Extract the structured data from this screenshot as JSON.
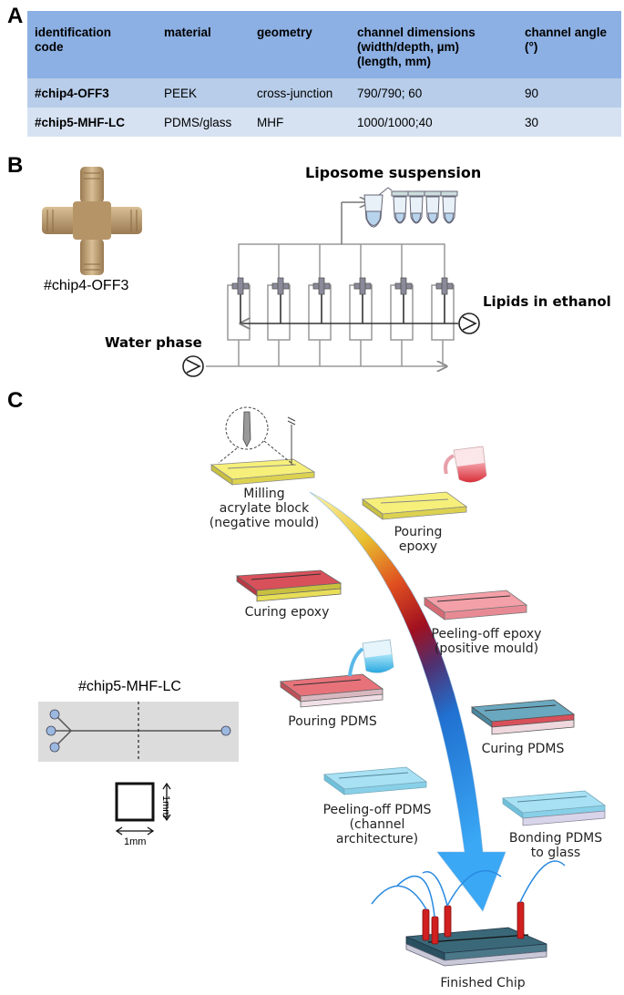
{
  "panels": {
    "a": "A",
    "b": "B",
    "c": "C"
  },
  "table": {
    "headers": [
      "identification code",
      "material",
      "geometry",
      "channel dimensions (width/depth, µm) (length, mm)",
      "channel angle (°)"
    ],
    "header_lines": [
      [
        "identification",
        "code"
      ],
      [
        "material"
      ],
      [
        "geometry"
      ],
      [
        "channel dimensions",
        "(width/depth, µm)",
        "(length, mm)"
      ],
      [
        "channel angle",
        "(°)"
      ]
    ],
    "rows": [
      [
        "#chip4-OFF3",
        "PEEK",
        "cross-junction",
        "790/790; 60",
        "90"
      ],
      [
        "#chip5-MHF-LC",
        "PDMS/glass",
        "MHF",
        "1000/1000;40",
        "30"
      ]
    ]
  },
  "panel_b": {
    "chip_label": "#chip4-OFF3",
    "liposome_label": "Liposome suspension",
    "lipids_label": "Lipids in ethanol",
    "water_label": "Water phase"
  },
  "panel_c": {
    "chip_label": "#chip5-MHF-LC",
    "dim_width": "1mm",
    "dim_height": "1mm",
    "steps": {
      "milling": [
        "Milling",
        "acrylate block",
        "(negative mould)"
      ],
      "pouring_epoxy": [
        "Pouring",
        "epoxy"
      ],
      "curing_epoxy": [
        "Curing epoxy"
      ],
      "peeling_epoxy": [
        "Peeling-off epoxy",
        "(positive mould)"
      ],
      "pouring_pdms": [
        "Pouring PDMS"
      ],
      "curing_pdms": [
        "Curing PDMS"
      ],
      "peeling_pdms": [
        "Peeling-off PDMS",
        "(channel",
        "architecture)"
      ],
      "bonding": [
        "Bonding PDMS",
        "to glass"
      ],
      "finished": [
        "Finished Chip"
      ]
    }
  },
  "colors": {
    "header_bg": "#8cb0e4",
    "row1_bg": "#b8cde9",
    "row2_bg": "#d6e2f2",
    "acrylate": "#f4ec6a",
    "epoxy": "#e8727a",
    "pdms": "#8fd3ea",
    "fitting": "#b8966a",
    "arrow_blue": "#2b8fe8"
  }
}
